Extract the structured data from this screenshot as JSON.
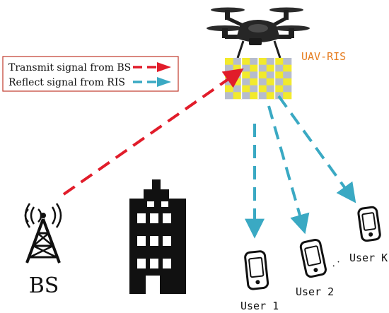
{
  "legend": {
    "bs_signal_label": "Transmit signal from BS",
    "ris_signal_label": "Reflect signal from RIS"
  },
  "labels": {
    "uav_ris": "UAV-RIS",
    "bs": "BS",
    "user_1": "User 1",
    "user_2": "User 2",
    "user_k": "User K",
    "ellipsis": ". ."
  },
  "colors": {
    "bs_signal": "#e11c2a",
    "ris_signal": "#3aa9c3",
    "uav_ris_label": "#e67e22",
    "legend_border": "#c0392b",
    "ris_yellow": "#f2ea2c",
    "ris_grey": "#b6bccd",
    "ink": "#111111"
  },
  "icons": {
    "drone": "quadcopter-drone-icon",
    "ris_panel": "ris-surface-icon",
    "base_station": "cell-tower-icon",
    "building": "office-building-icon",
    "phone": "smartphone-icon"
  }
}
